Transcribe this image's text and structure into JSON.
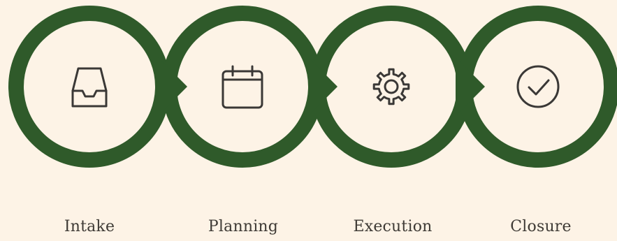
{
  "colors": {
    "background": "#fdf3e6",
    "ring": "#2f5a2a",
    "icon_stroke": "#3a3836",
    "label_text": "#3e3a35"
  },
  "steps": [
    {
      "label": "Intake",
      "icon": "inbox-tray-icon"
    },
    {
      "label": "Planning",
      "icon": "calendar-icon"
    },
    {
      "label": "Execution",
      "icon": "gear-icon"
    },
    {
      "label": "Closure",
      "icon": "check-circle-icon"
    }
  ]
}
